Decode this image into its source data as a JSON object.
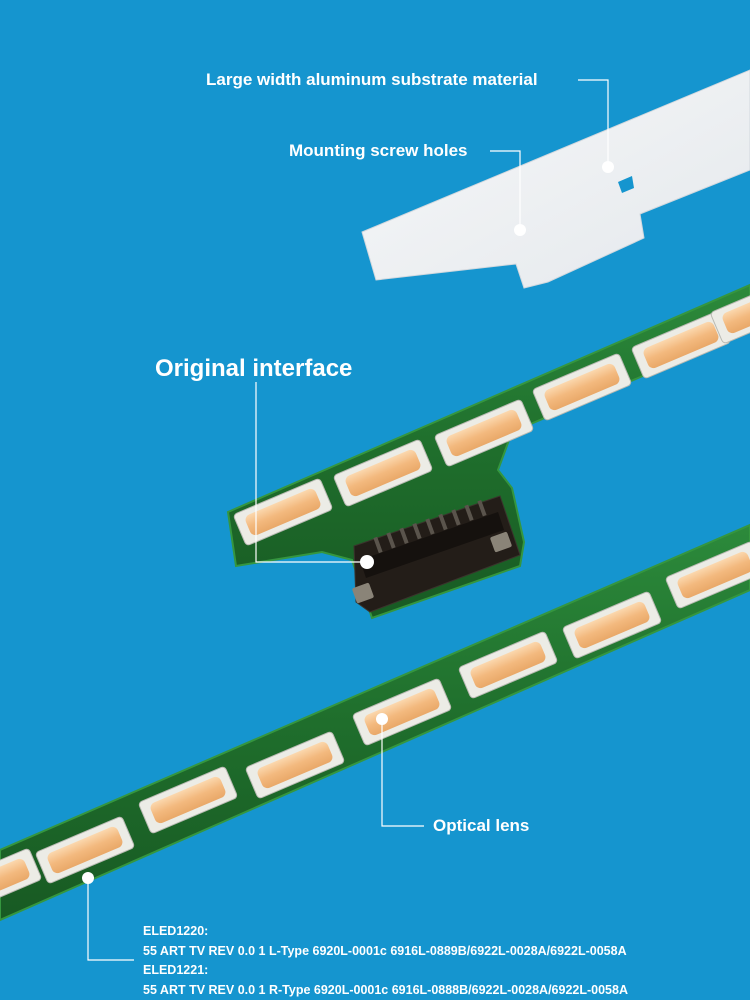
{
  "labels": {
    "substrate": "Large width aluminum substrate material",
    "screw_holes": "Mounting screw holes",
    "interface": "Original interface",
    "lens": "Optical lens"
  },
  "spec": {
    "model_1": "ELED1220:",
    "line_1": "55 ART TV REV 0.0 1 L-Type 6920L-0001c 6916L-0889B/6922L-0028A/6922L-0058A",
    "model_2": "ELED1221:",
    "line_2": "55 ART TV REV 0.0 1 R-Type 6920L-0001c 6916L-0888B/6922L-0028A/6922L-0058A"
  },
  "colors": {
    "background": "#1595cf",
    "pcb": "#1f6b2a",
    "pcb_edge": "#2f8a3a",
    "led_body": "#f0f0ea",
    "led_lens": "#f6c28e",
    "aluminum": "#f2f4f6",
    "connector": "#1e1a16",
    "callout": "#ffffff"
  }
}
